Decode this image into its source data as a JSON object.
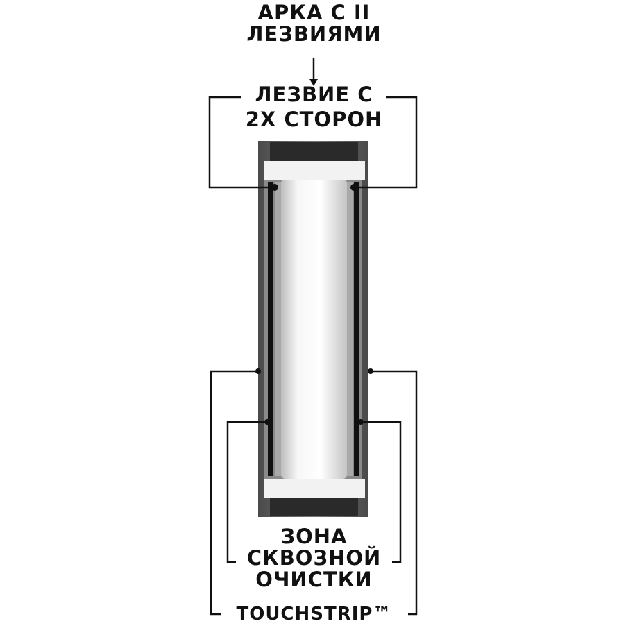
{
  "labels": {
    "arch_line1": "АРКА С II",
    "arch_line2": "ЛЕЗВИЯМИ",
    "blade_line1": "ЛЕЗВИЕ С",
    "blade_line2": "2Х СТОРОН",
    "zone_line1": "ЗОНА",
    "zone_line2": "СКВОЗНОЙ",
    "zone_line3": "ОЧИСТКИ",
    "touchstrip": "TOUCHSTRIP™"
  },
  "colors": {
    "line": "#111111",
    "body": "#5a5a5a",
    "cap": "#2a2a2a",
    "white": "#f2f2f2"
  }
}
